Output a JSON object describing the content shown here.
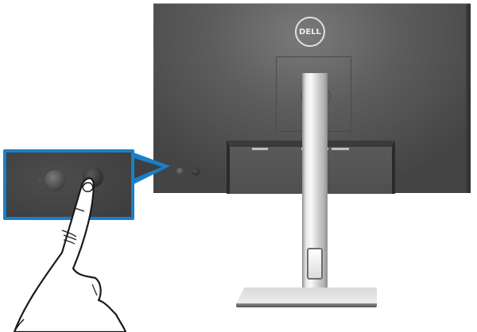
{
  "scene": {
    "subject": "Dell monitor rear view with finger pressing joystick/control button",
    "brand_logo_text": "DELL",
    "colors": {
      "monitor_back": "#5d5d5d",
      "callout_border": "#1a7fc9",
      "stand": "#e6e6e6",
      "background": "#ffffff"
    },
    "callout": {
      "label": "control-buttons-closeup",
      "buttons": [
        "power-button",
        "joystick-button"
      ]
    }
  }
}
